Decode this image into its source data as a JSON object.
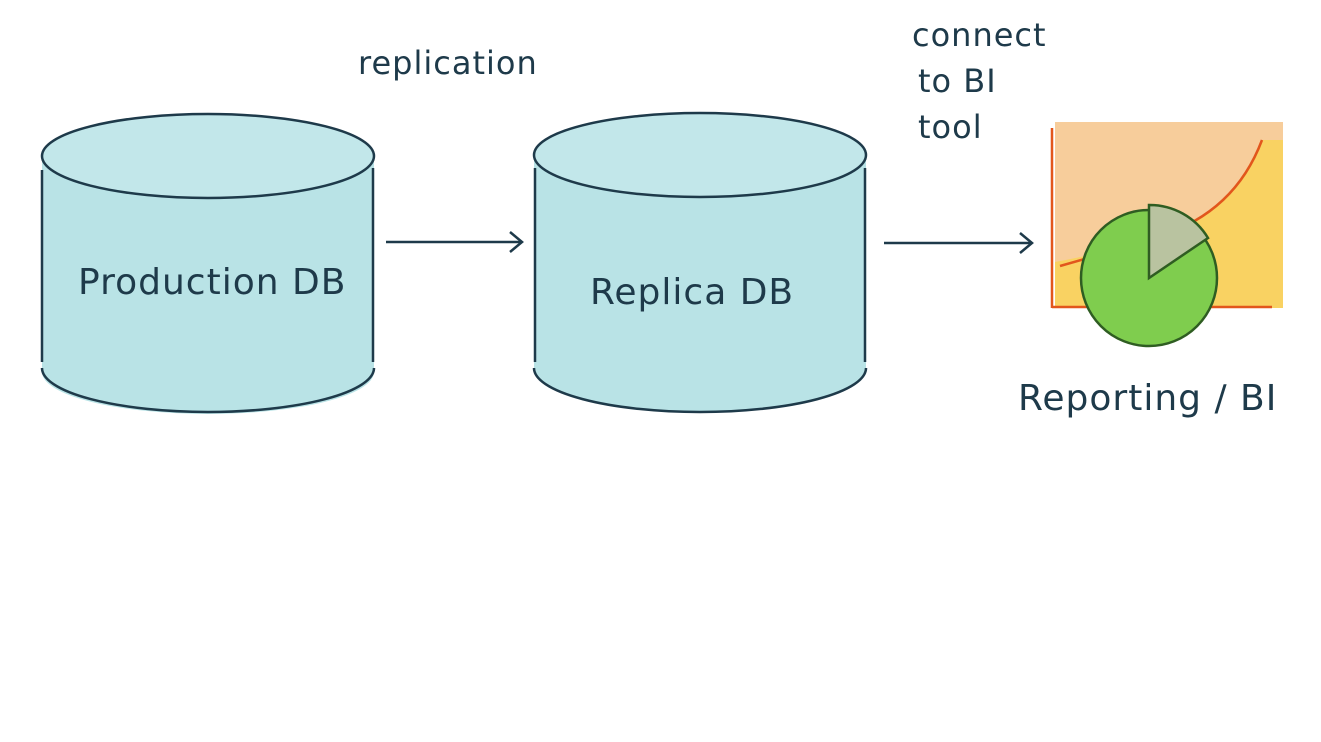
{
  "nodes": {
    "production": {
      "label": "Production DB",
      "fill": "#b9e3e6"
    },
    "replica": {
      "label": "Replica DB",
      "fill": "#b9e3e6"
    },
    "reporting": {
      "label": "Reporting / BI"
    }
  },
  "edges": {
    "replication": {
      "label": "replication"
    },
    "connect": {
      "lines": [
        "connect",
        "to BI",
        "tool"
      ]
    }
  },
  "colors": {
    "stroke": "#1e3a4a",
    "cylinder_fill": "#b9e3e6",
    "chart_bg_orange": "#f6c48a",
    "chart_bg_yellow": "#f8d35c",
    "chart_axis": "#e2561c",
    "pie_green": "#7fcd4e",
    "pie_slice": "#b9c3a0",
    "pie_stroke": "#2f5d22"
  }
}
